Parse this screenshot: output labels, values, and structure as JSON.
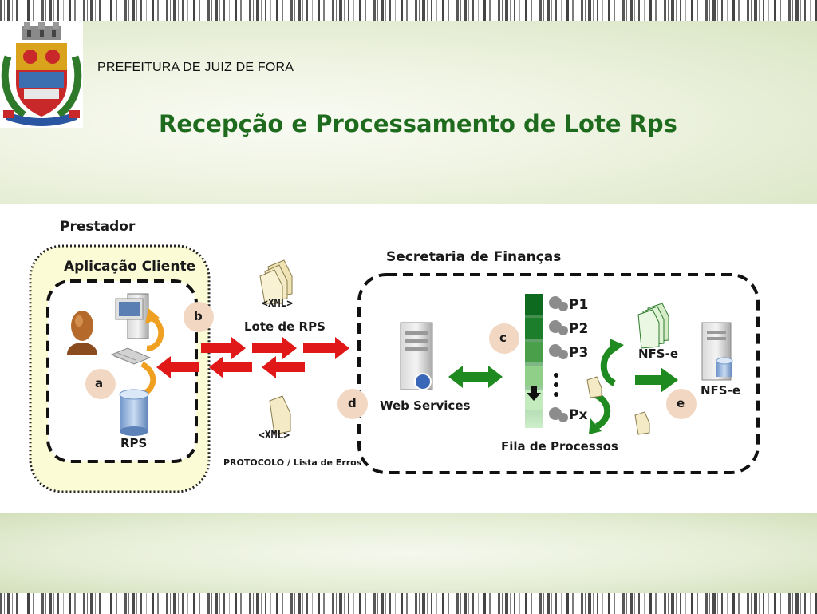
{
  "header": {
    "org_name": "PREFEITURA DE JUIZ DE FORA",
    "title": "Recepção e Processamento de Lote Rps"
  },
  "diagram": {
    "prestador_label": "Prestador",
    "aplicacao_label": "Aplicação Cliente",
    "rps_label": "RPS",
    "xml_tag_top": "<XML>",
    "lote_label": "Lote de RPS",
    "xml_tag_bottom": "<XML>",
    "protocolo_label": "PROTOCOLO / Lista de Erros",
    "secretaria_label": "Secretaria de Finanças",
    "web_services_label": "Web Services",
    "fila_label": "Fila de Processos",
    "process_labels": [
      "P1",
      "P2",
      "P3",
      "Px"
    ],
    "nfse_label_1": "NFS-e",
    "nfse_label_2": "NFS-e",
    "step_labels": {
      "a": "a",
      "b": "b",
      "c": "c",
      "d": "d",
      "e": "e"
    }
  },
  "colors": {
    "title_green": "#1e6b1e",
    "request_arrow": "#e01818",
    "internal_arrow": "#1f8a1f",
    "client_box_fill": "#fbfbd6",
    "step_circle": "#f2d7c2"
  }
}
